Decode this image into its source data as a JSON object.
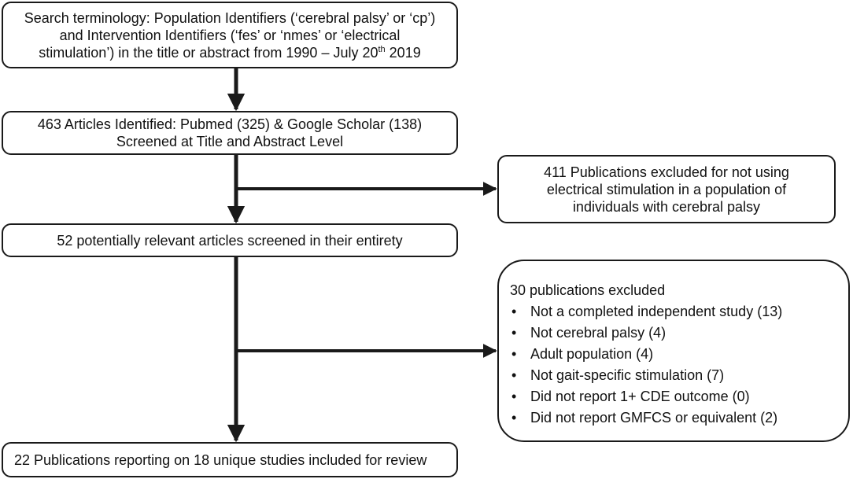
{
  "box1": {
    "line1": "Search terminology: Population Identifiers (‘cerebral palsy’ or ‘cp’)",
    "line2": "and Intervention Identifiers (‘fes’ or ‘nmes’ or ‘electrical",
    "line3_pre": "stimulation’) in the title or abstract from 1990 – July 20",
    "line3_sup": "th",
    "line3_post": " 2019"
  },
  "box2": {
    "line1": "463 Articles Identified: Pubmed (325) & Google Scholar (138)",
    "line2": "Screened at Title and Abstract Level"
  },
  "box3": {
    "line1": "411 Publications excluded for not using",
    "line2": "electrical stimulation in a population of",
    "line3": "individuals with cerebral palsy"
  },
  "box4": {
    "text": "52 potentially relevant articles screened in their entirety"
  },
  "box5": {
    "title": "30 publications excluded",
    "bullet": "•",
    "items": [
      "Not a completed independent study (13)",
      "Not cerebral palsy (4)",
      "Adult population (4)",
      "Not gait-specific stimulation (7)",
      "Did not report 1+ CDE outcome (0)",
      "Did not report GMFCS or equivalent (2)"
    ]
  },
  "box6": {
    "text": "22 Publications reporting on 18 unique studies included for review"
  }
}
